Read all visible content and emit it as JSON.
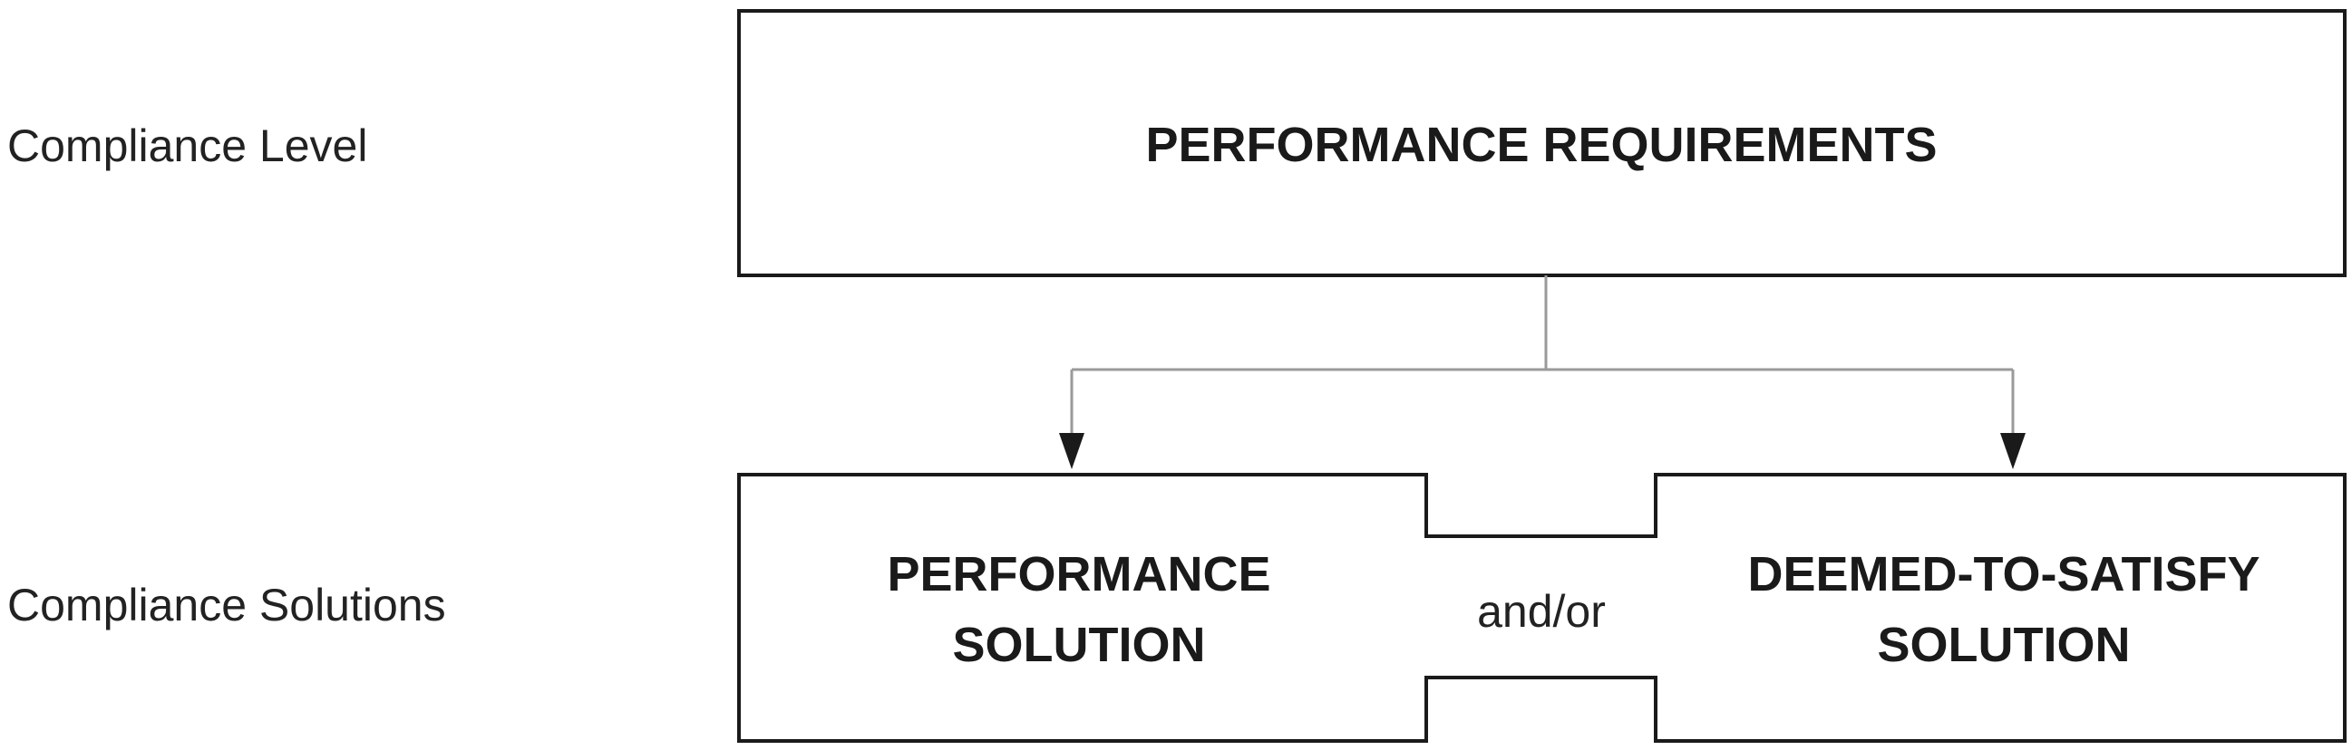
{
  "labels": {
    "compliance_level": "Compliance Level",
    "compliance_solutions": "Compliance Solutions"
  },
  "boxes": {
    "performance_requirements": "PERFORMANCE REQUIREMENTS",
    "performance_solution": [
      "PERFORMANCE",
      "SOLUTION"
    ],
    "deemed_to_satisfy_solution": [
      "DEEMED-TO-SATISFY",
      "SOLUTION"
    ]
  },
  "connector": {
    "text": "and/or"
  },
  "colors": {
    "stroke": "#1a1a1a",
    "connector_line": "#9a9a9a",
    "text": "#222222"
  }
}
